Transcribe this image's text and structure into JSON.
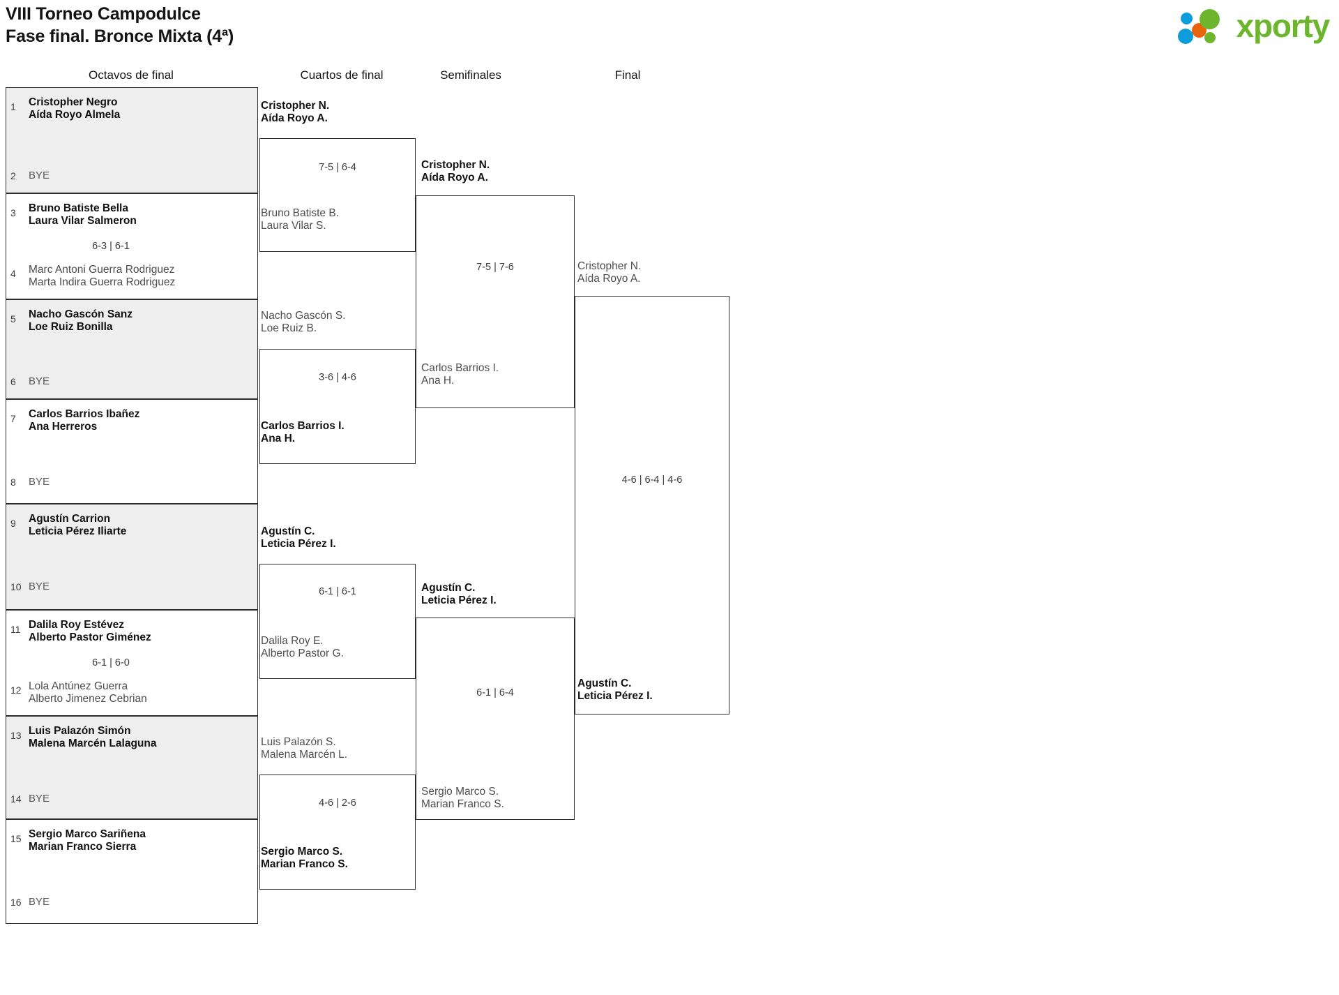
{
  "header": {
    "title_line1": "VIII Torneo Campodulce",
    "title_line2": "Fase final. Bronce Mixta (4ª)",
    "logo": {
      "word": "xporty",
      "green": "#6cb52d",
      "blue": "#0d9ddb",
      "orange": "#e8640c"
    }
  },
  "rounds": [
    {
      "label": "Octavos de final"
    },
    {
      "label": "Cuartos de final"
    },
    {
      "label": "Semifinales"
    },
    {
      "label": "Final"
    }
  ],
  "round1": {
    "matches": [
      {
        "score": "",
        "top": {
          "seed": "1",
          "line1": "Cristopher Negro",
          "line2": "Aída Royo Almela",
          "state": "winner"
        },
        "bottom": {
          "seed": "2",
          "line1": "BYE",
          "line2": "",
          "state": "bye"
        },
        "shaded": true
      },
      {
        "score": "6-3 | 6-1",
        "top": {
          "seed": "3",
          "line1": "Bruno Batiste Bella",
          "line2": "Laura Vilar Salmeron",
          "state": "winner"
        },
        "bottom": {
          "seed": "4",
          "line1": "Marc Antoni Guerra Rodriguez",
          "line2": "Marta Indira Guerra Rodriguez",
          "state": "loser"
        },
        "shaded": false
      },
      {
        "score": "",
        "top": {
          "seed": "5",
          "line1": "Nacho Gascón Sanz",
          "line2": "Loe Ruiz Bonilla",
          "state": "winner"
        },
        "bottom": {
          "seed": "6",
          "line1": "BYE",
          "line2": "",
          "state": "bye"
        },
        "shaded": true
      },
      {
        "score": "",
        "top": {
          "seed": "7",
          "line1": "Carlos Barrios Ibañez",
          "line2": "Ana Herreros",
          "state": "winner"
        },
        "bottom": {
          "seed": "8",
          "line1": "BYE",
          "line2": "",
          "state": "bye"
        },
        "shaded": false
      },
      {
        "score": "",
        "top": {
          "seed": "9",
          "line1": "Agustín Carrion",
          "line2": "Leticia Pérez Iliarte",
          "state": "winner"
        },
        "bottom": {
          "seed": "10",
          "line1": "BYE",
          "line2": "",
          "state": "bye"
        },
        "shaded": true
      },
      {
        "score": "6-1 | 6-0",
        "top": {
          "seed": "11",
          "line1": "Dalila Roy Estévez",
          "line2": "Alberto Pastor Giménez",
          "state": "winner"
        },
        "bottom": {
          "seed": "12",
          "line1": "Lola Antúnez Guerra",
          "line2": "Alberto Jimenez Cebrian",
          "state": "loser"
        },
        "shaded": false
      },
      {
        "score": "",
        "top": {
          "seed": "13",
          "line1": "Luis Palazón Simón",
          "line2": "Malena Marcén Lalaguna",
          "state": "winner"
        },
        "bottom": {
          "seed": "14",
          "line1": "BYE",
          "line2": "",
          "state": "bye"
        },
        "shaded": true
      },
      {
        "score": "",
        "top": {
          "seed": "15",
          "line1": "Sergio Marco Sariñena",
          "line2": "Marian Franco Sierra",
          "state": "winner"
        },
        "bottom": {
          "seed": "16",
          "line1": "BYE",
          "line2": "",
          "state": "bye"
        },
        "shaded": false
      }
    ]
  },
  "round2": {
    "matches": [
      {
        "score": "7-5 | 6-4",
        "top": {
          "line1": "Cristopher N.",
          "line2": "Aída Royo A.",
          "state": "winner"
        },
        "bottom": {
          "line1": "Bruno Batiste B.",
          "line2": "Laura Vilar S.",
          "state": "loser"
        }
      },
      {
        "score": "3-6 | 4-6",
        "top": {
          "line1": "Nacho Gascón S.",
          "line2": "Loe Ruiz B.",
          "state": "loser"
        },
        "bottom": {
          "line1": "Carlos Barrios I.",
          "line2": "Ana H.",
          "state": "winner"
        }
      },
      {
        "score": "6-1 | 6-1",
        "top": {
          "line1": "Agustín C.",
          "line2": "Leticia Pérez I.",
          "state": "winner"
        },
        "bottom": {
          "line1": "Dalila Roy E.",
          "line2": "Alberto Pastor G.",
          "state": "loser"
        }
      },
      {
        "score": "4-6 | 2-6",
        "top": {
          "line1": "Luis Palazón S.",
          "line2": "Malena Marcén L.",
          "state": "loser"
        },
        "bottom": {
          "line1": "Sergio Marco S.",
          "line2": "Marian Franco S.",
          "state": "winner"
        }
      }
    ]
  },
  "round3": {
    "matches": [
      {
        "score": "7-5 | 7-6",
        "top": {
          "line1": "Cristopher N.",
          "line2": "Aída Royo A.",
          "state": "winner"
        },
        "bottom": {
          "line1": "Carlos Barrios I.",
          "line2": "Ana H.",
          "state": "loser"
        }
      },
      {
        "score": "6-1 | 6-4",
        "top": {
          "line1": "Agustín C.",
          "line2": "Leticia Pérez I.",
          "state": "winner"
        },
        "bottom": {
          "line1": "Sergio Marco S.",
          "line2": "Marian Franco S.",
          "state": "loser"
        }
      }
    ]
  },
  "round4": {
    "matches": [
      {
        "score": "4-6 | 6-4 | 4-6",
        "top": {
          "line1": "Cristopher N.",
          "line2": "Aída Royo A.",
          "state": "loser"
        },
        "bottom": {
          "line1": "Agustín C.",
          "line2": "Leticia Pérez I.",
          "state": "winner"
        }
      }
    ]
  }
}
